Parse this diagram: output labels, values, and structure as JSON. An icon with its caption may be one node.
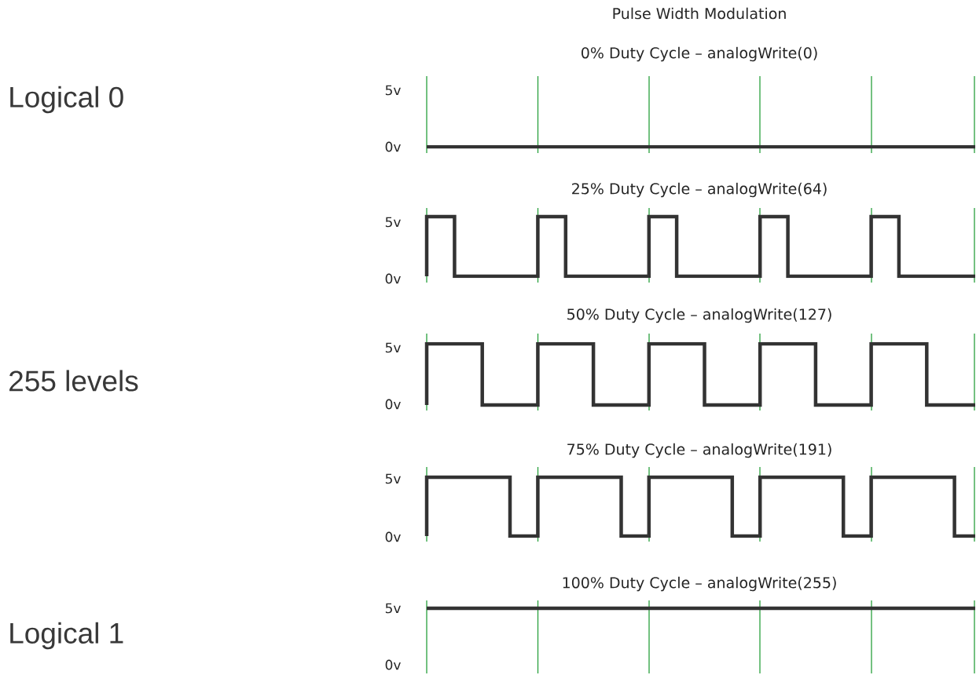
{
  "diagram": {
    "title": "Pulse Width Modulation",
    "labels": [
      "0% Duty Cycle – analogWrite(0)",
      "Logical 0",
      "5v",
      "0v",
      "25% Duty Cycle – analogWrite(64)",
      "5v",
      "0v",
      "50% Duty Cycle – analogWrite(127)",
      "5v",
      "255 levels",
      "0v",
      "75% Duty Cycle – analogWrite(191)",
      "5v",
      "0v",
      "100% Duty Cycle – analogWrite(255)",
      "5v",
      "Logical 1",
      "0v"
    ]
  }
}
